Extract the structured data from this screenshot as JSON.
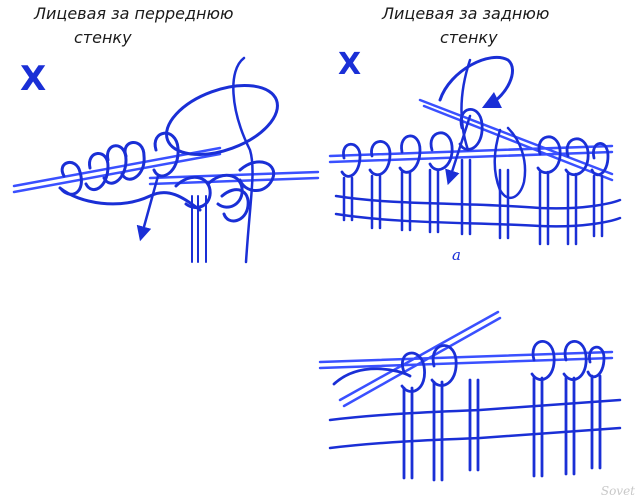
{
  "panel_left": {
    "title_line1": "Лицевая за перреднюю",
    "title_line2": "стенку",
    "marker": "X"
  },
  "panel_right": {
    "title_line1": "Лицевая за заднюю",
    "title_line2": "стенку",
    "marker": "X",
    "figure_label": "а"
  },
  "watermark": "Sovet",
  "colors": {
    "yarn": "#1a2fd6",
    "needle": "#3a50ff",
    "text": "#1a1a1a"
  }
}
